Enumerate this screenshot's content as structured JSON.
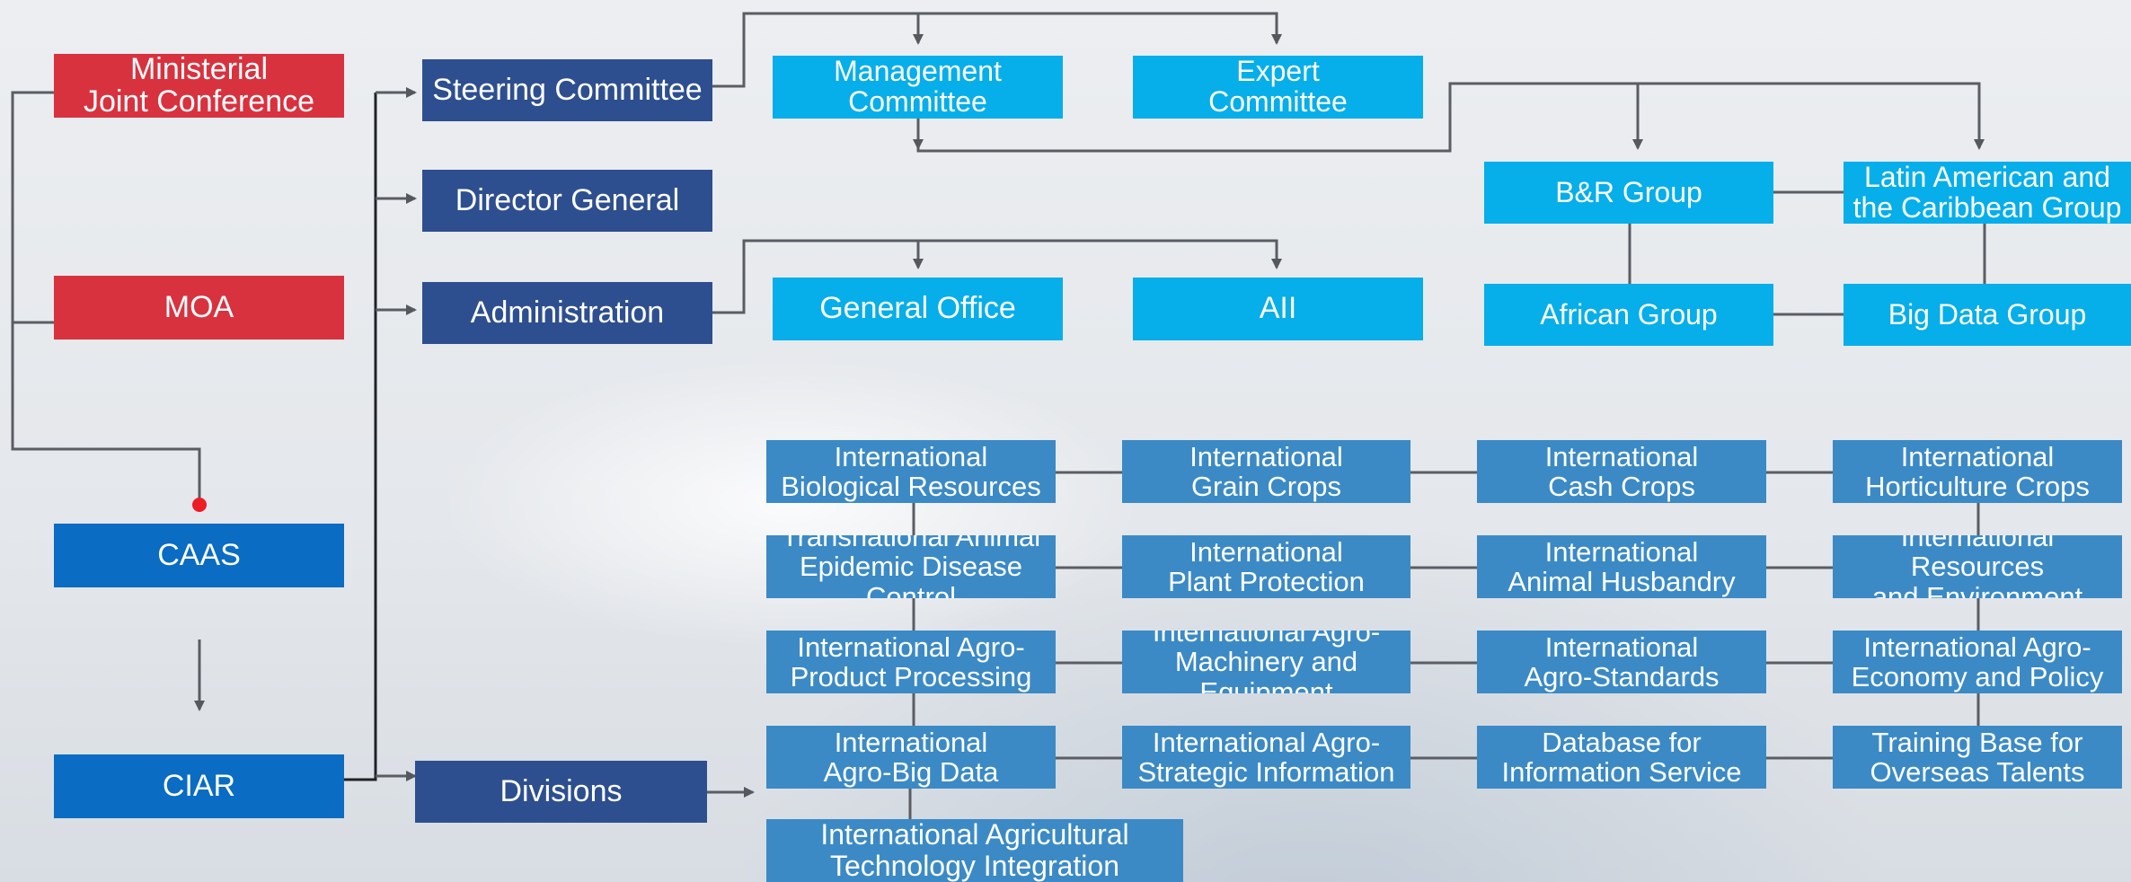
{
  "nodes": {
    "ministerial": "Ministerial\nJoint Conference",
    "moa": "MOA",
    "caas": "CAAS",
    "ciar": "CIAR",
    "steering": "Steering Committee",
    "director": "Director General",
    "administration": "Administration",
    "divisions": "Divisions",
    "management": "Management\nCommittee",
    "expert": "Expert\nCommittee",
    "general_office": "General Office",
    "aii": "AII",
    "br_group": "B&R Group",
    "latin_group": "Latin American and\nthe Caribbean Group",
    "african_group": "African Group",
    "bigdata_group": "Big Data Group"
  },
  "division_rows": [
    [
      "International\nBiological Resources",
      "International\nGrain Crops",
      "International\nCash Crops",
      "International\nHorticulture Crops"
    ],
    [
      "Transnational Animal\nEpidemic Disease Control",
      "International\nPlant Protection",
      "International\nAnimal Husbandry",
      "International Resources\nand Environment"
    ],
    [
      "International Agro-\nProduct Processing",
      "International Agro-\nMachinery and Equipment",
      "International\nAgro-Standards",
      "International Agro-\nEconomy and Policy"
    ],
    [
      "International\nAgro-Big Data",
      "International Agro-\nStrategic Information",
      "Database for\nInformation Service",
      "Training Base for\nOverseas Talents"
    ]
  ],
  "division_extra": "International Agricultural\nTechnology Integration",
  "colors": {
    "red": "#d9323f",
    "navy": "#2e4f8f",
    "blue": "#0a6cc2",
    "cyan": "#06aeea",
    "division": "#3b8ac6",
    "connector": "#5a5d63",
    "dot": "#ee1c24"
  }
}
